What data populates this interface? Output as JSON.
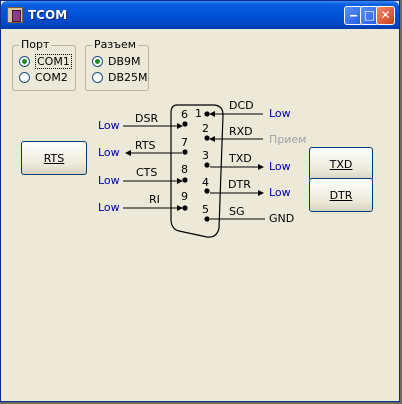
{
  "window": {
    "title": "TCOM"
  },
  "port_group": {
    "legend": "Порт",
    "options": [
      {
        "label": "COM1",
        "checked": true
      },
      {
        "label": "COM2",
        "checked": false
      }
    ]
  },
  "connector_group": {
    "legend": "Разъем",
    "options": [
      {
        "label": "DB9M",
        "checked": true
      },
      {
        "label": "DB25M",
        "checked": false
      }
    ]
  },
  "buttons": {
    "rts": "RTS",
    "txd": "TXD",
    "dtr": "DTR"
  },
  "pins": {
    "p1": "1",
    "p2": "2",
    "p3": "3",
    "p4": "4",
    "p5": "5",
    "p6": "6",
    "p7": "7",
    "p8": "8",
    "p9": "9"
  },
  "signals": {
    "dsr": "DSR",
    "rts": "RTS",
    "cts": "CTS",
    "ri": "RI",
    "dcd": "DCD",
    "rxd": "RXD",
    "txd": "TXD",
    "dtr": "DTR",
    "sg": "SG"
  },
  "states": {
    "dsr": "Low",
    "rts": "Low",
    "cts": "Low",
    "ri": "Low",
    "dcd": "Low",
    "rxd": "Прием",
    "txd": "Low",
    "dtr": "Low",
    "gnd": "GND"
  },
  "colors": {
    "state_low": "#0000a8",
    "state_disabled": "#a0a0a0",
    "titlebar": "#0050d8"
  }
}
